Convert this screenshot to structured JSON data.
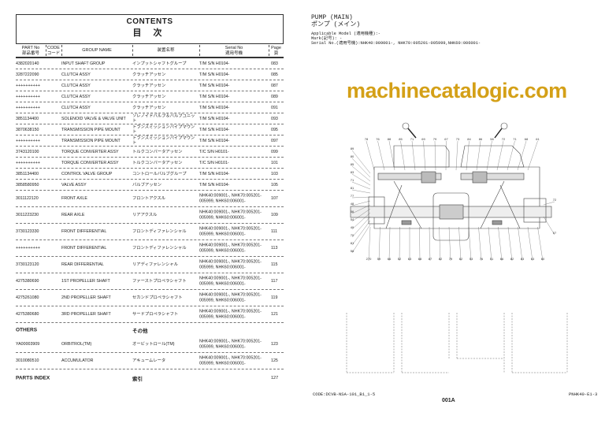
{
  "contents": {
    "title_en": "CONTENTS",
    "title_jp": "目 次",
    "columns": {
      "part_no": "PART No",
      "part_no_jp": "部品番号",
      "code": "CODE",
      "code_jp": "コード",
      "group_name": "GROUP NAME",
      "group_name_jp": "装置名称",
      "serial": "Serial No",
      "serial_jp": "適用号機",
      "page": "Page",
      "page_jp": "頁"
    },
    "rows": [
      {
        "part": "4382020140",
        "name": "INPUT SHAFT GROUP",
        "jp": "インプットシャフトグループ",
        "serial": "T/M S/N H0104-",
        "page": "083"
      },
      {
        "part": "3287222090",
        "name": "CLUTCH ASSY",
        "jp": "クラッチアッセン",
        "serial": "T/M S/N H0104-",
        "page": "085"
      },
      {
        "part": "++++++++++",
        "name": "CLUTCH ASSY",
        "jp": "クラッチアッセン",
        "serial": "T/M S/N H0104-",
        "page": "087"
      },
      {
        "part": "++++++++++",
        "name": "CLUTCH ASSY",
        "jp": "クラッチアッセン",
        "serial": "T/M S/N H0104-",
        "page": "089"
      },
      {
        "part": "++++++++++",
        "name": "CLUTCH ASSY",
        "jp": "クラッチアッセン",
        "serial": "T/M S/N H0104-",
        "page": "091"
      },
      {
        "part": "3851134400",
        "name": "SOLENOID VALVE & VALVE UNIT",
        "jp": "ソレノイドバルブ＆バルブユニット",
        "serial": "T/M S/N H0104-",
        "page": "093"
      },
      {
        "part": "3870638150",
        "name": "TRANSMISSION PIPE MOUNT",
        "jp": "トランスミッションパイプマウント",
        "serial": "T/M S/N H0104-",
        "page": "095"
      },
      {
        "part": "++++++++++",
        "name": "TRANSMISSION PIPE MOUNT",
        "jp": "トランスミッションパイプマウント",
        "serial": "T/M S/N H0104-",
        "page": "097"
      },
      {
        "part": "3743120100",
        "name": "TORQUE CONVERTER ASSY",
        "jp": "トルクコンバータアッセン",
        "serial": "T/C S/N H0101-",
        "page": "099"
      },
      {
        "part": "++++++++++",
        "name": "TORQUE CONVERTER ASSY",
        "jp": "トルクコンバータアッセン",
        "serial": "T/C S/N H0101-",
        "page": "101"
      },
      {
        "part": "3851134400",
        "name": "CONTROL VALVE GROUP",
        "jp": "コントロールバルブグループ",
        "serial": "T/M S/N H0104-",
        "page": "103"
      },
      {
        "part": "3858580950",
        "name": "VALVE ASSY",
        "jp": "バルブアッセン",
        "serial": "T/M S/N H0104-",
        "page": "105"
      },
      {
        "part": "3011122120",
        "name": "FRONT AXLE",
        "jp": "フロントアクスル",
        "serial": "NHK40:009001-, NHK70:005201-005999, NHK60:006001-",
        "page": "107"
      },
      {
        "part": "3011223230",
        "name": "REAR AXLE",
        "jp": "リアアクスル",
        "serial": "NHK40:009001-, NHK70:005201-005999, NHK60:006001-",
        "page": "109"
      },
      {
        "part": "3730123330",
        "name": "FRONT DIFFERENTIAL",
        "jp": "フロントディファレンシャル",
        "serial": "NHK40:009001-, NHK70:005201-005999, NHK60:006001-",
        "page": "111"
      },
      {
        "part": "++++++++++",
        "name": "FRONT DIFFERENTIAL",
        "jp": "フロントディファレンシャル",
        "serial": "NHK40:009001-, NHK70:005201-005999, NHK60:006001-",
        "page": "113"
      },
      {
        "part": "3730123120",
        "name": "REAR DIFFERENTIAL",
        "jp": "リアディファレンシャル",
        "serial": "NHK40:009001-, NHK70:005201-005999, NHK60:006001-",
        "page": "115"
      },
      {
        "part": "4275380690",
        "name": "1ST PROPELLER SHAFT",
        "jp": "ファーストプロペラシャフト",
        "serial": "NHK40:009001-, NHK70:005201-005999, NHK60:006001-",
        "page": "117"
      },
      {
        "part": "4275261080",
        "name": "2ND PROPELLER SHAFT",
        "jp": "セカンドプロペラシャフト",
        "serial": "NHK40:009001-, NHK70:005201-005999, NHK60:006001-",
        "page": "119"
      },
      {
        "part": "4275380680",
        "name": "3RD PROPELLER SHAFT",
        "jp": "サードプロペラシャフト",
        "serial": "NHK40:009001-, NHK70:005201-005999, NHK60:006001-",
        "page": "121"
      }
    ],
    "others_label": "OTHERS",
    "others_label_jp": "その他",
    "others_rows": [
      {
        "part": "YA00003909",
        "name": "ORBITROL(TM)",
        "jp": "オービットロール(TM)",
        "serial": "NHK40:009001-, NHK70:005201-005999, NHK60:006001-",
        "page": "123"
      },
      {
        "part": "3010080510",
        "name": "ACCUMULATOR",
        "jp": "アキュームレータ",
        "serial": "NHK40:009001-, NHK70:005201-005999, NHK60:006001-",
        "page": "125"
      }
    ],
    "index_label": "PARTS INDEX",
    "index_label_jp": "索引",
    "index_page": "127"
  },
  "drawing": {
    "title_en": "PUMP (MAIN)",
    "title_jp": "ポンプ (メイン)",
    "applicable_model": "Applicable Model (適用機種):-",
    "mark": "Mark(記号): -",
    "serial": "Serial No.(適用号機):NHK40:009001-, NHK70:005201-005999,NHK60:006001-",
    "code": "CODE:DCVB-NSA-101_B1_1-5",
    "ref": "PNHK40-E1-3",
    "page_no": "001A",
    "callouts_top": [
      "78",
      "76",
      "88",
      "85",
      "71",
      "69",
      "79",
      "67",
      "73",
      "84",
      "86",
      "58",
      "72",
      "71",
      "68",
      "61"
    ],
    "callouts_left": [
      "89",
      "80",
      "85",
      "83",
      "71",
      "81",
      "77",
      "48",
      "56",
      "54",
      "49",
      "70",
      "81",
      "58"
    ],
    "callouts_bottom": [
      "270",
      "59",
      "66",
      "52",
      "63",
      "68",
      "87",
      "82",
      "79",
      "62",
      "53",
      "76",
      "51",
      "66",
      "82",
      "83",
      "63",
      "60"
    ],
    "callouts_right": [
      "72",
      "57"
    ]
  },
  "watermark": "machinecatalogic.com"
}
